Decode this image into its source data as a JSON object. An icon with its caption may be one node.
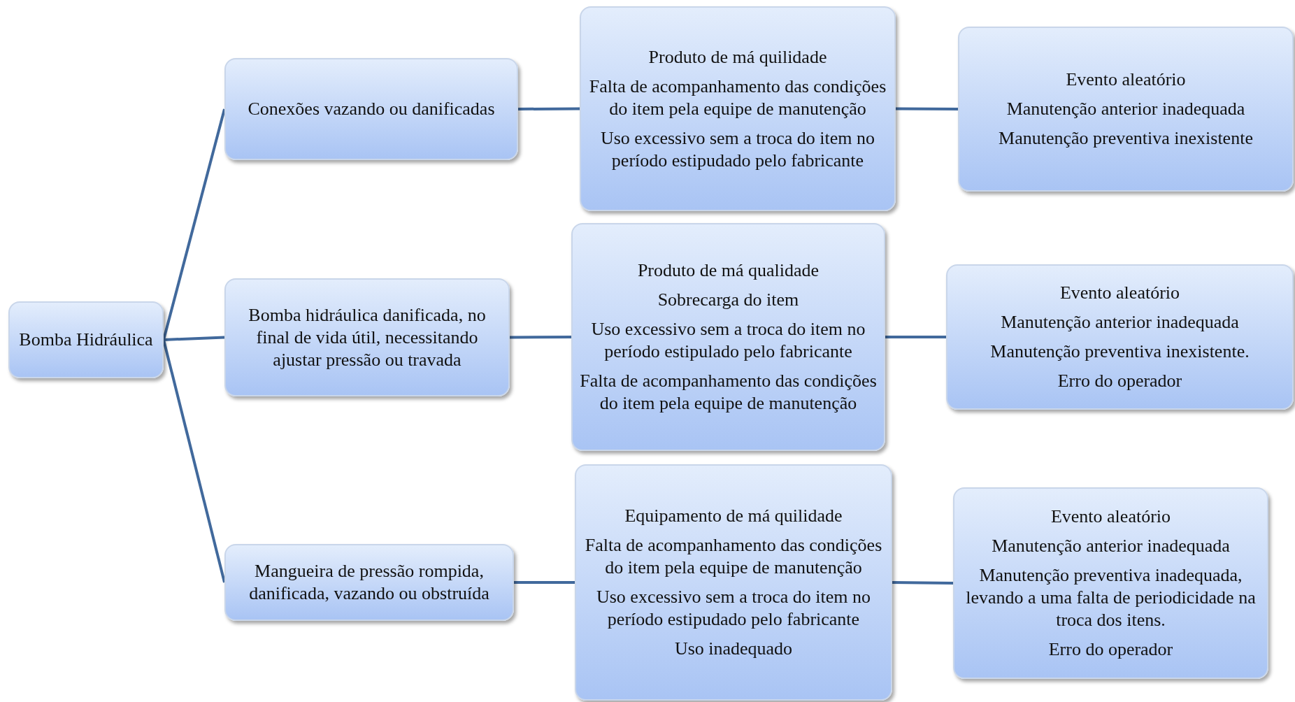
{
  "diagram": {
    "nodes": [
      {
        "text": [
          "Bomba Hidráulica"
        ]
      },
      {
        "text": [
          "Conexões vazando ou danificadas"
        ]
      },
      {
        "text": [
          "Produto de má quilidade",
          "Falta de acompanhamento das condições do item pela equipe de manutenção",
          "Uso excessivo sem a troca do item no período estipudado pelo fabricante"
        ]
      },
      {
        "text": [
          "Evento aleatório",
          "Manutenção anterior inadequada",
          "Manutenção preventiva inexistente"
        ]
      },
      {
        "text": [
          "Bomba hidráulica danificada, no final de vida útil, necessitando ajustar pressão ou travada"
        ]
      },
      {
        "text": [
          "Produto de má qualidade",
          "Sobrecarga do item",
          "Uso excessivo sem a troca do item no período estipulado pelo fabricante",
          "Falta de acompanhamento das condições do item pela equipe de manutenção"
        ]
      },
      {
        "text": [
          "Evento aleatório",
          "Manutenção anterior inadequada",
          "Manutenção preventiva inexistente.",
          "Erro do operador"
        ]
      },
      {
        "text": [
          "Mangueira de pressão rompida, danificada, vazando ou obstruída"
        ]
      },
      {
        "text": [
          "Equipamento de má quilidade",
          "Falta de acompanhamento das condições do item pela equipe de manutenção",
          "Uso excessivo sem a troca do item no período estipudado pelo fabricante",
          "Uso inadequado"
        ]
      },
      {
        "text": [
          "Evento aleatório",
          "Manutenção anterior inadequada",
          "Manutenção preventiva inadequada, levando a uma falta de periodicidade na troca dos itens.",
          "Erro do operador"
        ]
      }
    ],
    "edges": [
      {
        "from": 0,
        "to": 1,
        "arrow": "none"
      },
      {
        "from": 0,
        "to": 4,
        "arrow": "none"
      },
      {
        "from": 0,
        "to": 7,
        "arrow": "none"
      },
      {
        "from": 1,
        "to": 2,
        "arrow": "none"
      },
      {
        "from": 2,
        "to": 3,
        "arrow": "none"
      },
      {
        "from": 4,
        "to": 5,
        "arrow": "none"
      },
      {
        "from": 5,
        "to": 6,
        "arrow": "none"
      },
      {
        "from": 7,
        "to": 8,
        "arrow": "none"
      },
      {
        "from": 8,
        "to": 9,
        "arrow": "none"
      }
    ]
  }
}
